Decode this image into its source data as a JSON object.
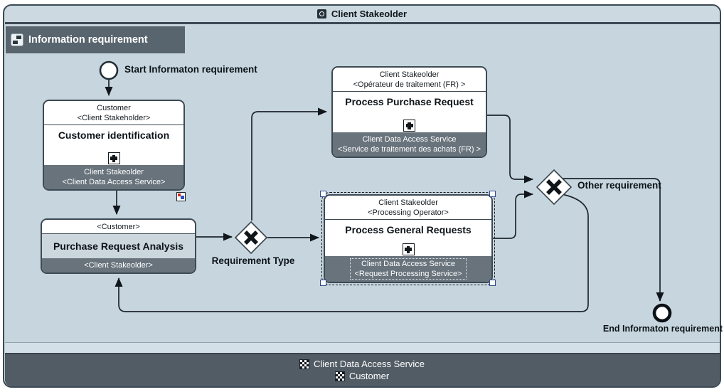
{
  "pool": {
    "title": "Client Stakeolder",
    "lane": "Information requirement",
    "band": {
      "line1": "Client Data Access Service",
      "line2": "Customer"
    }
  },
  "events": {
    "start": "Start Informaton requirement",
    "end": "End Informaton requirement"
  },
  "gateways": {
    "requirement_type": "Requirement Type",
    "other_requirement": "Other requirement"
  },
  "tasks": {
    "customer_identification": {
      "header1": "Customer",
      "header2": "<Client Stakeholder>",
      "title": "Customer identification",
      "footer1": "Client Stakeolder",
      "footer2": "<Client Data Access Service>"
    },
    "purchase_request_analysis": {
      "header1": "<Customer>",
      "title": "Purchase Request Analysis",
      "footer1": "<Client Stakeolder>"
    },
    "process_purchase_request": {
      "header1": "Client Stakeolder",
      "header2": "<Opérateur de traitement (FR) >",
      "title": "Process Purchase Request",
      "footer1": "Client Data Access Service",
      "footer2": "<Service de traitement des achats (FR) >"
    },
    "process_general_requests": {
      "header1": "Client Stakeolder",
      "header2": "<Processing Operator>",
      "title": "Process General Requests",
      "footer1": "Client Data Access Service",
      "footer2": "<Request Processing Service>"
    }
  },
  "icons": {
    "pool_title": "collaboration-icon",
    "lane": "process-icon",
    "band": "checker-participant-icon",
    "subprocess": "subprocess-plus-icon",
    "annotation": "constraint-marker-icon"
  },
  "colors": {
    "pool_background": "#c7d6de",
    "pool_title_band": "#ccd9e1",
    "dark_slate": "#59656e",
    "task_footer": "#68737c",
    "bottom_band": "#525c65",
    "border": "#3c4954",
    "edge": "#1d252c",
    "selection_handle_border": "#2f4a8f",
    "marker_red": "#d42a1e",
    "marker_blue": "#2a52c8"
  }
}
